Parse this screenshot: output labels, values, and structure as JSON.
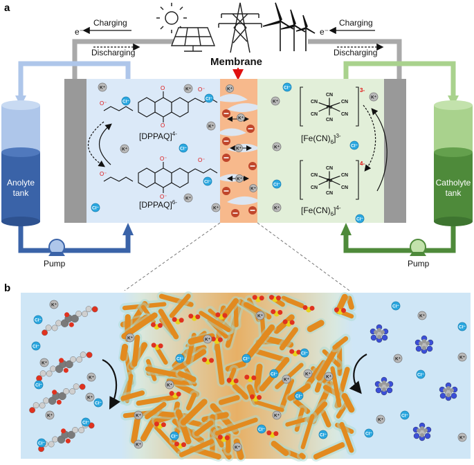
{
  "panel_a": {
    "label": "a",
    "charging_left": "Charging",
    "discharging_left": "Discharging",
    "charging_right": "Charging",
    "discharging_right": "Discharging",
    "electron_left": "e⁻",
    "electron_right": "e⁻",
    "membrane": "Membrane",
    "anolyte_tank": [
      "Anolyte",
      "tank"
    ],
    "catholyte_tank": [
      "Catholyte",
      "tank"
    ],
    "pump_left": "Pump",
    "pump_right": "Pump",
    "dppaq_ox": "[DPPAQ]",
    "dppaq_ox_charge": "4-",
    "dppaq_red": "[DPPAQ]",
    "dppaq_red_charge": "6-",
    "ferri": "[Fe(CN)",
    "ferri_sub": "6",
    "ferri_close": "]",
    "ferri_charge": "3-",
    "ferro": "[Fe(CN)",
    "ferro_sub": "6",
    "ferro_close": "]",
    "ferro_charge": "4-",
    "complex_charge_top": "3-",
    "complex_charge_bottom": "4-",
    "ion_k": "K⁺",
    "ion_cl": "Cl⁻",
    "ligand": "CN",
    "metal": "Fe",
    "colors": {
      "anolyte": "#3a63a8",
      "anolyte_light": "#aec6ea",
      "catholyte": "#4e8a3a",
      "catholyte_light": "#a9d28d",
      "membrane": "#f7b98c",
      "membrane_anion": "#c0462b"
    }
  },
  "panel_b": {
    "label": "b",
    "ion_k": "K⁺",
    "ion_cl": "Cl⁻",
    "colors": {
      "background": "#cfe6f6",
      "polymer": "#e28a1f",
      "sulfonate": "#e8d21c",
      "oxygen": "#e0321f"
    }
  },
  "icons": [
    "sun-icon",
    "solar-panel-icon",
    "power-tower-icon",
    "wind-turbine-icon",
    "pump-icon"
  ]
}
